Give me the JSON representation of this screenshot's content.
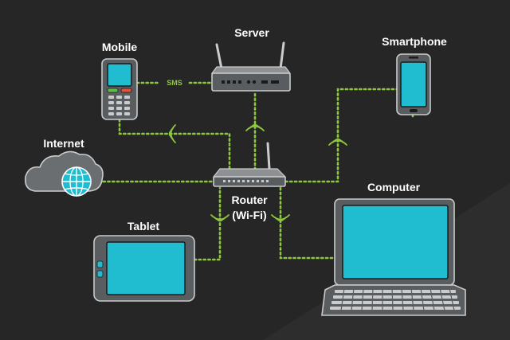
{
  "labels": {
    "mobile": "Mobile",
    "server": "Server",
    "smartphone": "Smartphone",
    "internet": "Internet",
    "tablet": "Tablet",
    "router_line1": "Router",
    "router_line2": "(Wi-Fi)",
    "computer": "Computer",
    "sms": "SMS"
  },
  "colors": {
    "background": "#262626",
    "link": "#8dc63f",
    "screen": "#20bdd0",
    "device": "#5a5d60"
  },
  "icons": [
    "wifi-icon",
    "globe-icon",
    "cloud-icon",
    "antenna-icon"
  ]
}
